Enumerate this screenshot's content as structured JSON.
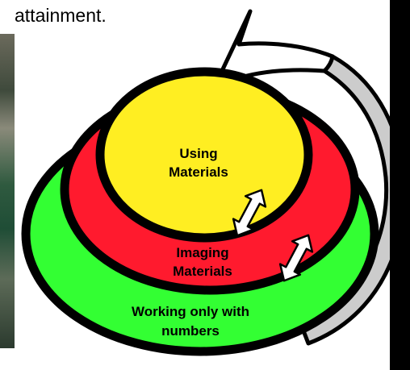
{
  "caption": "attainment.",
  "layers": {
    "outer": {
      "line1": "Working only with",
      "line2": "numbers",
      "color": "#33ff33"
    },
    "middle": {
      "line1": "Imaging",
      "line2": "Materials",
      "color": "#ff1a2e"
    },
    "inner": {
      "line1": "Using",
      "line2": "Materials",
      "color": "#ffee22"
    }
  },
  "colors": {
    "outline": "#000000",
    "return_arrow_fill": "#cccccc",
    "double_arrow_fill": "#ffffff"
  },
  "icons": {
    "cycle_arrow": "curved-return-arrow-icon",
    "exchange_arrows": "double-headed-arrow-icon"
  }
}
